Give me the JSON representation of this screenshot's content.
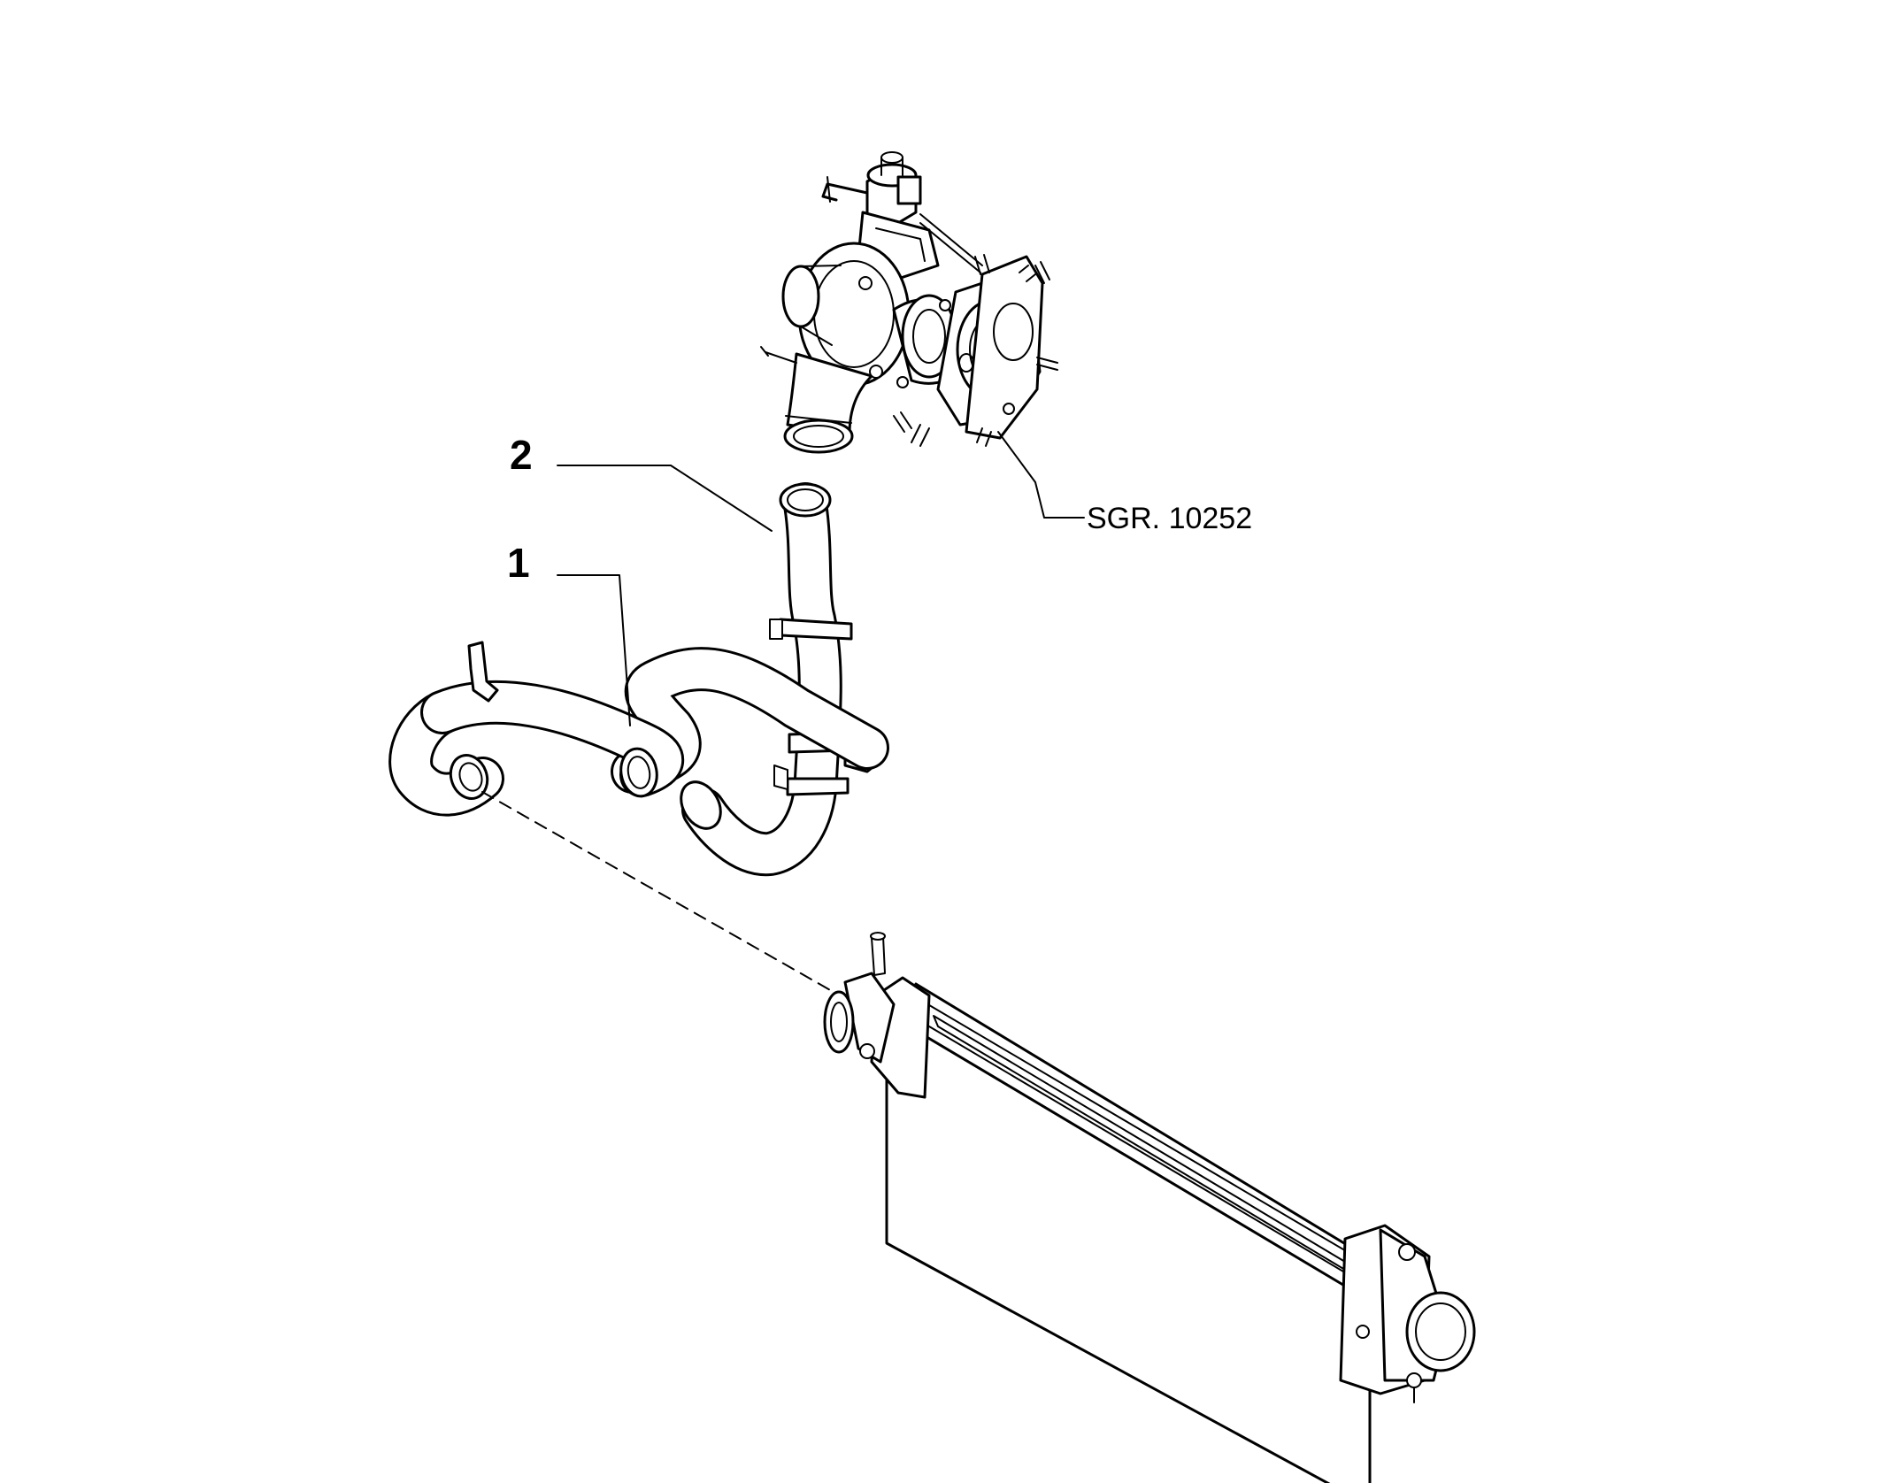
{
  "diagram": {
    "callouts": [
      {
        "id": "1",
        "label": "1"
      },
      {
        "id": "2",
        "label": "2"
      }
    ],
    "reference": {
      "label": "SGR. 10252"
    }
  },
  "parts": {
    "hose_1": {
      "callout": "1",
      "icon": "intercooler-outlet-hose-icon"
    },
    "hose_2": {
      "callout": "2",
      "icon": "intercooler-inlet-hose-icon"
    },
    "turbocharger": {
      "icon": "turbocharger-icon"
    },
    "intercooler": {
      "icon": "intercooler-icon"
    }
  },
  "colors": {
    "line": "#000000",
    "background": "#ffffff"
  }
}
